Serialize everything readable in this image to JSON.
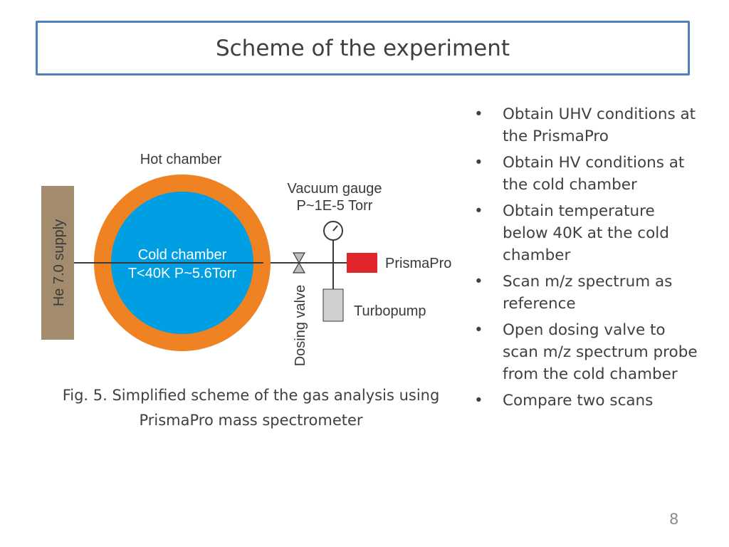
{
  "slide": {
    "title": "Scheme of the experiment",
    "caption_line1": "Fig. 5. Simplified scheme of the gas analysis using",
    "caption_line2": "PrismaPro mass spectrometer",
    "bullets": [
      "Obtain UHV conditions at the PrismaPro",
      "Obtain HV conditions at the cold chamber",
      "Obtain temperature below 40K at the cold chamber",
      "Scan m/z spectrum as reference",
      "Open dosing valve to scan m/z spectrum probe from the cold chamber",
      "Compare two scans"
    ],
    "page_number": "8"
  },
  "diagram": {
    "he_supply": "He 7.0 supply",
    "hot_chamber": "Hot chamber",
    "cold_chamber_line1": "Cold chamber",
    "cold_chamber_line2": "T<40K P~5.6Torr",
    "vacuum_gauge_line1": "Vacuum gauge",
    "vacuum_gauge_line2": "P~1E-5 Torr",
    "prismapro": "PrismaPro",
    "turbopump": "Turbopump",
    "dosing_valve": "Dosing valve",
    "colors": {
      "he_supply": "#a38c6e",
      "hot_chamber": "#ef8222",
      "cold_chamber": "#009fe3",
      "prismapro": "#e2252b",
      "turbopump": "#cfcfcf",
      "title_border": "#4f81bd"
    }
  }
}
